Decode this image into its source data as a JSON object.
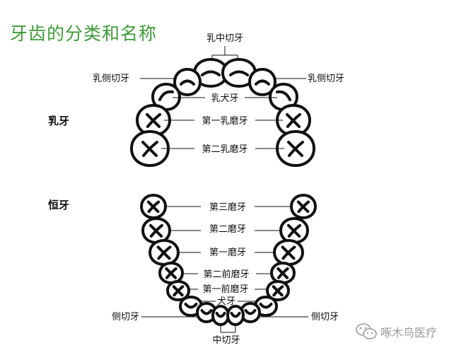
{
  "title": "牙齿的分类和名称",
  "primary": {
    "section": "乳牙",
    "labels": {
      "central_incisor": "乳中切牙",
      "lateral_incisor_left": "乳侧切牙",
      "lateral_incisor_right": "乳侧切牙",
      "canine": "乳犬牙",
      "first_molar": "第一乳磨牙",
      "second_molar": "第二乳磨牙"
    }
  },
  "permanent": {
    "section": "恒牙",
    "labels": {
      "third_molar": "第三磨牙",
      "second_molar": "第二磨牙",
      "first_molar": "第一磨牙",
      "second_premolar": "第二前磨牙",
      "first_premolar": "第一前磨牙",
      "canine": "犬牙",
      "lateral_incisor_left": "侧切牙",
      "lateral_incisor_right": "侧切牙",
      "central_incisor": "中切牙"
    }
  },
  "watermark": {
    "text": "啄木鸟医疗",
    "icon": "wechat-icon"
  },
  "colors": {
    "title": "#3f9a3a",
    "stroke": "#111111",
    "watermark": "#9a9a9a"
  }
}
